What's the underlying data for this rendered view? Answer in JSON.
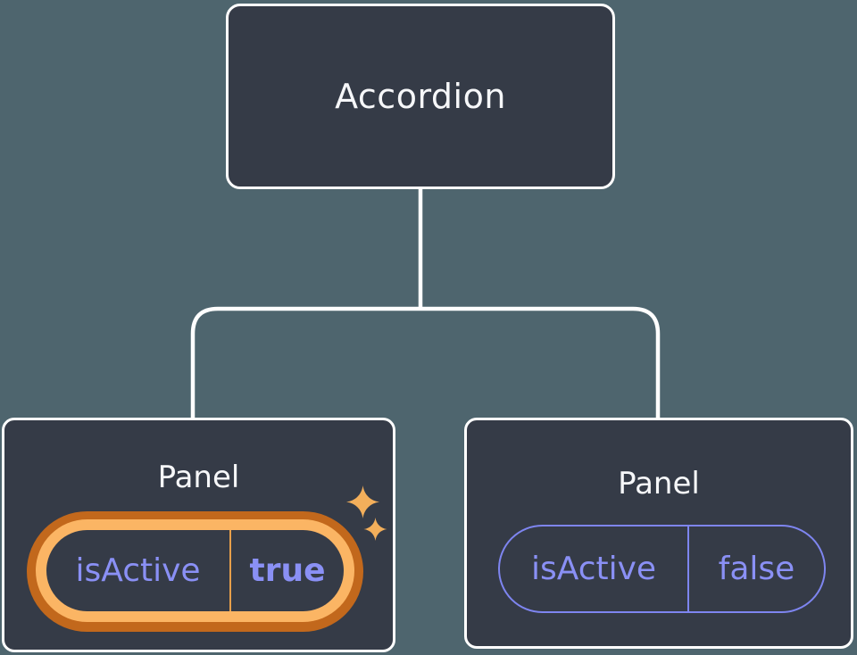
{
  "diagram": {
    "description": "React component tree: Accordion parent passing isActive state to two Panel children",
    "root_node": {
      "label": "Accordion"
    },
    "panels": [
      {
        "label": "Panel",
        "prop": {
          "name": "isActive",
          "value": "true"
        },
        "highlighted": true
      },
      {
        "label": "Panel",
        "prop": {
          "name": "isActive",
          "value": "false"
        },
        "highlighted": false
      }
    ],
    "icons": {
      "sparkles": "four-point-sparkle-stars"
    },
    "colors": {
      "background": "#4E656E",
      "node_fill": "#353B47",
      "node_border": "#FFFFFF",
      "connector_line": "#FFFFFF",
      "node_text": "#F6F7F9",
      "prop_text": "#8A90F5",
      "prop_outline": "#7E85F0",
      "highlight_ring_dark": "#C2681C",
      "highlight_ring_light": "#FBB564",
      "highlight_divider": "#E8A04B",
      "sparkle": "#F3AF5B"
    }
  }
}
